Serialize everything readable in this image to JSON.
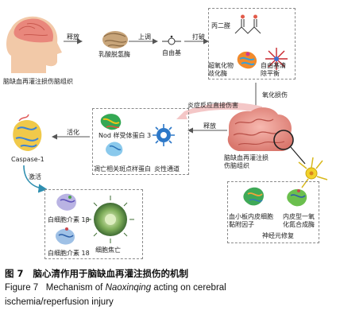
{
  "nodes": {
    "head_label": "脑缺血再灌注损伤脑组织",
    "release_1": "释放",
    "lactate_enzyme": "乳酸脱氢酶",
    "upregulate": "上调",
    "free_radical": "自由基",
    "attack": "打破",
    "malondialdehyde": "丙二醛",
    "sod": "超氧化物\n歧化酶",
    "free_radical_balance": "自由基清\n除平衡",
    "oxidative_damage": "氧化损伤",
    "inflammation_damage": "炎症反应直接伤害",
    "release_2": "释放",
    "brain_label": "脑缺血再灌注损\n伤脑组织",
    "nod_receptor": "Nod 样受体蛋白 3",
    "asc": "凋亡相关斑点样蛋白",
    "inflammatory_body": "炎性通道",
    "activate": "活化",
    "caspase": "Caspase-1",
    "activate_2": "激活",
    "il1b": "白细胞介素 1β",
    "il18": "白细胞介素 18",
    "pyroptosis": "细胞焦亡",
    "vegf": "血小板内皮细胞\n黏附因子",
    "enos": "内皮型一氧\n化氮合成酶",
    "neuron_repair": "神经元修复"
  },
  "caption": {
    "cn_prefix": "图 7",
    "cn_title": "脑心清作用于脑缺血再灌注损伤的机制",
    "en_prefix": "Figure 7",
    "en_mid": "Mechanism of ",
    "en_italic": "Naoxinqing",
    "en_rest": " acting on cerebral",
    "en_line2": "ischemia/reperfusion injury"
  }
}
